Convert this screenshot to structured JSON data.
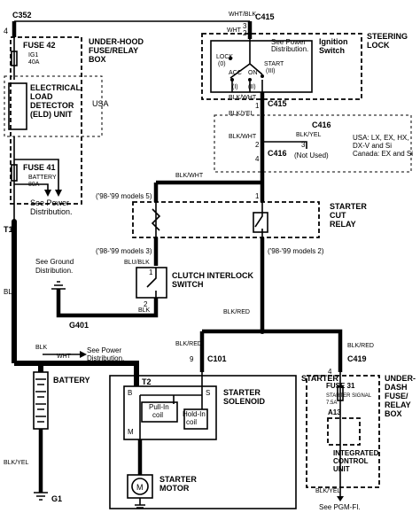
{
  "connectors": {
    "c352": "C352",
    "c415_top": "C415",
    "c415_mid": "C415",
    "c416_top": "C416",
    "c416_mid": "C416",
    "c101": "C101",
    "c419": "C419"
  },
  "pins": {
    "c352_pin": "4",
    "c415_top_pin3": "3",
    "c415_top_pin2": "2",
    "c415_mid_pin1": "1",
    "c416_pin2": "2",
    "c416_pin3": "3",
    "c416_pin4": "4",
    "relay_pin5": "5",
    "relay_pin1": "1",
    "relay_pin3": "3",
    "relay_pin2": "2",
    "clutch_pin1": "1",
    "clutch_pin2": "2",
    "c101_pin": "9",
    "c419_pin": "4",
    "solenoid_s": "S",
    "solenoid_b": "B",
    "solenoid_m": "M"
  },
  "wire_colors": {
    "wht_blk": "WHT/BLK",
    "wht": "WHT",
    "blk_wht_1": "BLK/WHT",
    "blk_yel_1": "BLK/YEL",
    "blk_yel_2": "BLK/YEL",
    "blk_wht_2": "BLK/WHT",
    "blk_wht_3": "BLK/WHT",
    "blu_blk": "BLU/BLK",
    "blk_1": "BLK",
    "blk_red_1": "BLK/RED",
    "blk_2": "BLK",
    "wht_2": "WHT",
    "blk_red_2": "BLK/RED",
    "blk_red_3": "BLK/RED",
    "blk_yel_3": "BLK/YEL",
    "blk_yel_4": "BLK/YEL"
  },
  "components": {
    "underhood_box": [
      "UNDER-HOOD",
      "FUSE/RELAY",
      "BOX"
    ],
    "fuse42": "FUSE 42",
    "fuse42_sub": [
      "IG1",
      "40A"
    ],
    "eld": [
      "ELECTRICAL",
      "LOAD",
      "DETECTOR",
      "(ELD) UNIT"
    ],
    "usa_tag": "USA",
    "fuse41": "FUSE 41",
    "fuse41_sub": [
      "BATTERY",
      "80A"
    ],
    "see_power_1": [
      "See Power",
      "Distribution."
    ],
    "ignition": [
      "Ignition",
      "Switch"
    ],
    "see_power_2": [
      "See Power",
      "Distribution."
    ],
    "lock": "LOCK",
    "lock_sub": "(0)",
    "acc": "ACC",
    "acc_sub": "(I)",
    "on": "ON",
    "on_sub": "(II)",
    "start": "START",
    "start_sub": "(III)",
    "steering_lock": [
      "STEERING",
      "LOCK"
    ],
    "c416_note": "(Not Used)",
    "models_note": [
      "USA: LX, EX, HX,",
      "DX-V and Si",
      "Canada: EX and Si"
    ],
    "models_5": "('98-'99 models 5)",
    "models_1": "1",
    "starter_cut": [
      "STARTER",
      "CUT",
      "RELAY"
    ],
    "models_3": "('98-'99 models 3)",
    "models_2": "('98-'99 models 2)",
    "see_ground": [
      "See Ground",
      "Distribution."
    ],
    "clutch": [
      "CLUTCH INTERLOCK",
      "SWITCH"
    ],
    "g401": "G401",
    "see_power_3": [
      "See Power",
      "Distribution."
    ],
    "battery": "BATTERY",
    "t1": "T1",
    "t2": "T2",
    "starter": "STARTER",
    "starter_solenoid": [
      "STARTER",
      "SOLENOID"
    ],
    "pull_in": [
      "Pull-In",
      "coil"
    ],
    "hold_in": [
      "Hold-In",
      "coil"
    ],
    "starter_motor": [
      "STARTER",
      "MOTOR"
    ],
    "underdash": [
      "UNDER-",
      "DASH",
      "FUSE/",
      "RELAY",
      "BOX"
    ],
    "fuse31": "FUSE 31",
    "fuse31_sub": [
      "STARTER SIGNAL",
      "7.5A"
    ],
    "a13": "A13",
    "icu": [
      "INTEGRATED",
      "CONTROL",
      "UNIT"
    ],
    "see_pgm": "See PGM-FI.",
    "g1": "G1",
    "motor_symbol": "M"
  }
}
